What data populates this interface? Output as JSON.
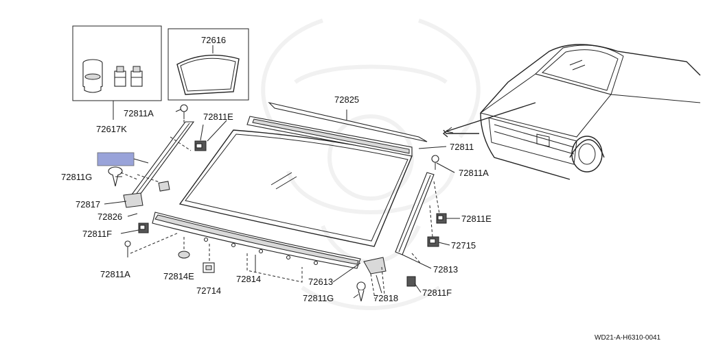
{
  "diagram": {
    "drawing_code": "WD21-A-H6310-0041",
    "highlight_color": "#99a3d9",
    "callouts": {
      "c72616": "72616",
      "c72617K": "72617K",
      "c72811A_top": "72811A",
      "c72811E_top": "72811E",
      "c72825": "72825",
      "c72811": "72811",
      "c72811A_right": "72811A",
      "c72811G_left": "72811G",
      "c72817": "72817",
      "c72826": "72826",
      "c72811F_left": "72811F",
      "c72811A_bottom": "72811A",
      "c72814E": "72814E",
      "c72714": "72714",
      "c72814": "72814",
      "c72613": "72613",
      "c72811G_bottom": "72811G",
      "c72818": "72818",
      "c72811E_right": "72811E",
      "c72715": "72715",
      "c72813": "72813",
      "c72811F_right": "72811F"
    }
  }
}
